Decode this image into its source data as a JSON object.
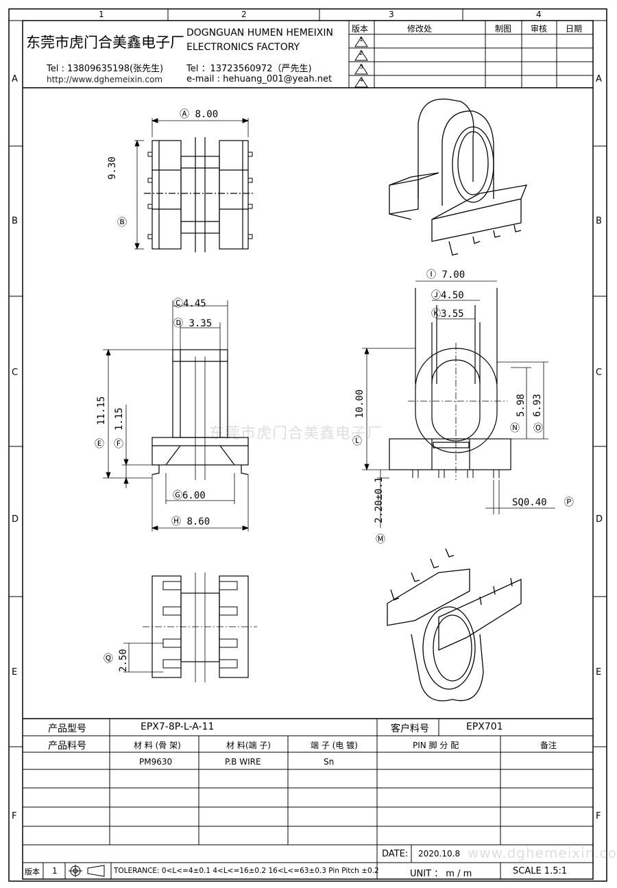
{
  "grid": {
    "columns": [
      "1",
      "2",
      "3",
      "4"
    ],
    "rows": [
      "A",
      "B",
      "C",
      "D",
      "E",
      "F"
    ]
  },
  "company": {
    "name_cn": "东莞市虎门合美鑫电子厂",
    "name_en_1": "DOGNGUAN HUMEN HEMEIXIN",
    "name_en_2": "ELECTRONICS FACTORY",
    "tel1": "Tel : 13809635198(张先生)",
    "tel2": "Tel ：13723560972（严先生)",
    "website": "http://www.dghemeixin.com",
    "email": "e-mail : hehuang_001@yeah.net"
  },
  "revision_table": {
    "headers": [
      "版本",
      "修改处",
      "制图",
      "审核",
      "日期"
    ],
    "rows": [
      "1",
      "2",
      "3",
      "4"
    ]
  },
  "dimensions": {
    "A": "8.00",
    "B": "9.30",
    "C": "4.45",
    "D": "3.35",
    "E": "11.15",
    "F": "1.15",
    "G": "6.00",
    "H": "8.60",
    "I": "7.00",
    "J": "4.50",
    "K": "3.55",
    "L": "10.00",
    "M": "2.20±0.1",
    "N": "5.98",
    "O": "6.93",
    "P": "SQ0.40",
    "Q": "2.50"
  },
  "watermarks": {
    "center": "东莞市虎门合美鑫电子厂",
    "bottom": "www.dghemeixin.com"
  },
  "title_block": {
    "product_model_label": "产品型号",
    "product_model": "EPX7-8P-L-A-11",
    "customer_part_label": "客户料号",
    "customer_part": "EPX701",
    "product_part_label": "产品料号",
    "material_bobbin_label": "材 料 (骨 架)",
    "material_pin_label": "材 料(端 子)",
    "terminal_plating_label": "端 子 (电 镀)",
    "pin_assignment_label": "PIN 脚 分 配",
    "remarks_label": "备注",
    "material_bobbin": "PM9630",
    "material_pin": "P.B WIRE",
    "plating": "Sn",
    "date_label": "DATE:",
    "date": "2020.10.8",
    "unit": "UNIT ： m / m",
    "scale": "SCALE  1.5:1",
    "version_label": "版本",
    "version": "1",
    "tolerance": "TOLERANCE:  0<L<=4±0.1  4<L<=16±0.2  16<L<=63±0.3  Pin Pitch  ±0.2"
  }
}
